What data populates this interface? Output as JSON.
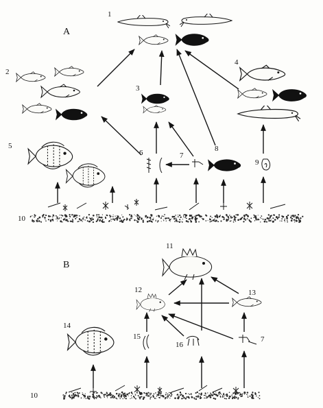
{
  "panels": [
    {
      "key": "A",
      "label": "A"
    },
    {
      "key": "B",
      "label": "B"
    }
  ],
  "nodes": {
    "a1": "1",
    "a2": "2",
    "a3": "3",
    "a4": "4",
    "a5": "5",
    "a6": "6",
    "a7": "7",
    "a8": "8",
    "a9": "9",
    "a10": "10",
    "b11": "11",
    "b12": "12",
    "b13": "13",
    "b14": "14",
    "b15": "15",
    "b16": "16",
    "b7": "7",
    "b10": "10"
  },
  "colors": {
    "ink": "#151515",
    "paper": "#fdfdfb",
    "dark_fish": "#111111"
  },
  "icons": [
    "fish-icon",
    "dark-fish-icon",
    "arrow-icon",
    "insect-larva-icon",
    "snail-icon",
    "shrimp-icon",
    "sediment-icon"
  ]
}
